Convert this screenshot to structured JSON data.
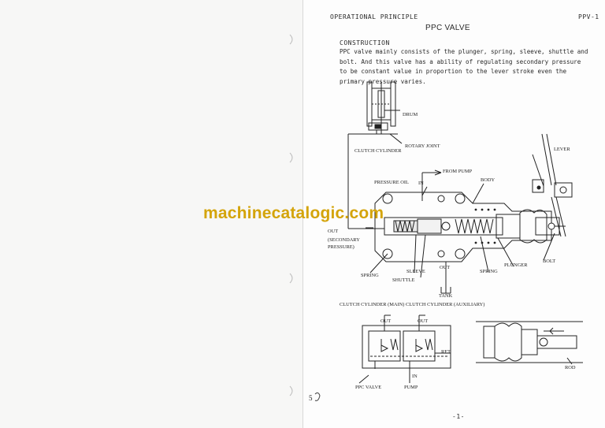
{
  "header": {
    "left": "OPERATIONAL PRINCIPLE",
    "right": "PPV-1",
    "title": "PPC VALVE"
  },
  "construction": {
    "heading": "CONSTRUCTION",
    "text": "PPC valve mainly consists of the plunger, spring, sleeve, shuttle and bolt. And this valve has a ability of regulating secondary pressure to be constant value in proportion to the lever stroke even the primary pressure varies."
  },
  "labels": {
    "drum": "DRUM",
    "clutch_cylinder": "CLUTCH CYLINDER",
    "rotary_joint": "ROTARY JOINT",
    "lever": "LEVER",
    "from_pump": "FROM PUMP",
    "body": "BODY",
    "pressure_oil": "PRESSURE OIL",
    "in": "IN",
    "out": "OUT",
    "secondary_1": "(SECONDARY",
    "secondary_2": "PRESSURE)",
    "spring": "SPRING",
    "sleeve": "SLEEVE",
    "shuttle": "SHUTTLE",
    "plunger": "PLUNGER",
    "bolt": "BOLT",
    "tank": "TANK",
    "clutch_main_aux": "CLUTCH CYLINDER (MAIN)  CLUTCH CYLINDER (AUXILIARY)",
    "ret": "RET",
    "ppc_valve": "PPC VALVE",
    "pump": "PUMP",
    "rod": "ROD"
  },
  "watermark": "machinecatalogic.com",
  "page_number": "-1-",
  "margin_mark": "5"
}
